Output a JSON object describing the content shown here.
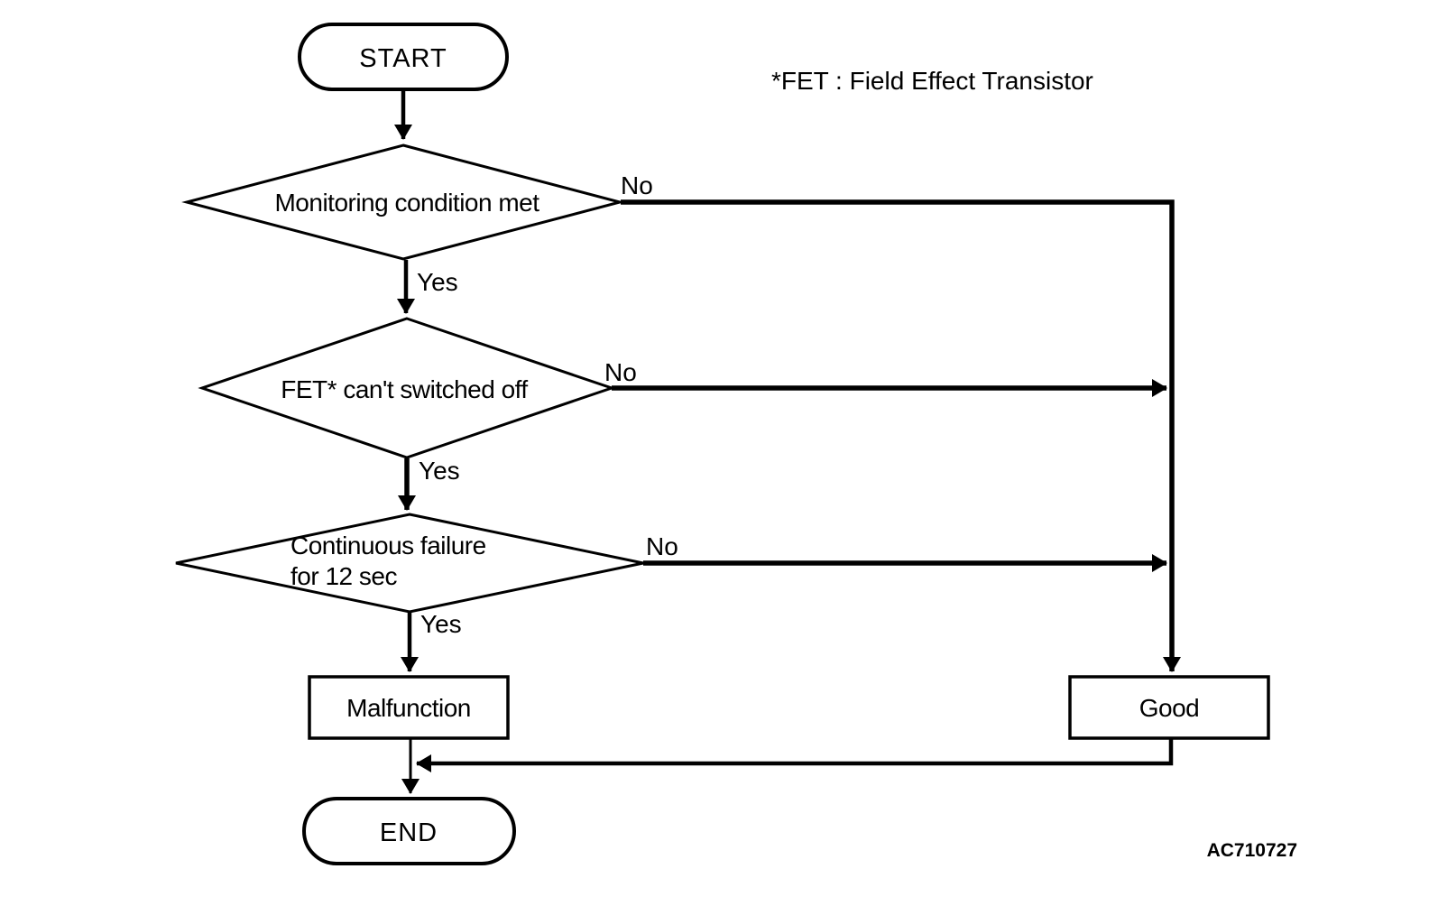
{
  "colors": {
    "ink": "#000000",
    "background": "#ffffff"
  },
  "note": "*FET : Field Effect Transistor",
  "figure_id": "AC710727",
  "nodes": {
    "start": {
      "label": "START",
      "type": "terminator"
    },
    "monitoring": {
      "label": "Monitoring condition met",
      "type": "decision"
    },
    "fet": {
      "label": "FET* can't switched off",
      "type": "decision"
    },
    "continuous": {
      "label_line1": "Continuous failure",
      "label_line2": "for 12 sec",
      "type": "decision"
    },
    "malfunction": {
      "label": "Malfunction",
      "type": "process"
    },
    "good": {
      "label": "Good",
      "type": "process"
    },
    "end": {
      "label": "END",
      "type": "terminator"
    }
  },
  "edge_labels": {
    "monitoring_no": "No",
    "monitoring_yes": "Yes",
    "fet_no": "No",
    "fet_yes": "Yes",
    "continuous_no": "No",
    "continuous_yes": "Yes"
  }
}
